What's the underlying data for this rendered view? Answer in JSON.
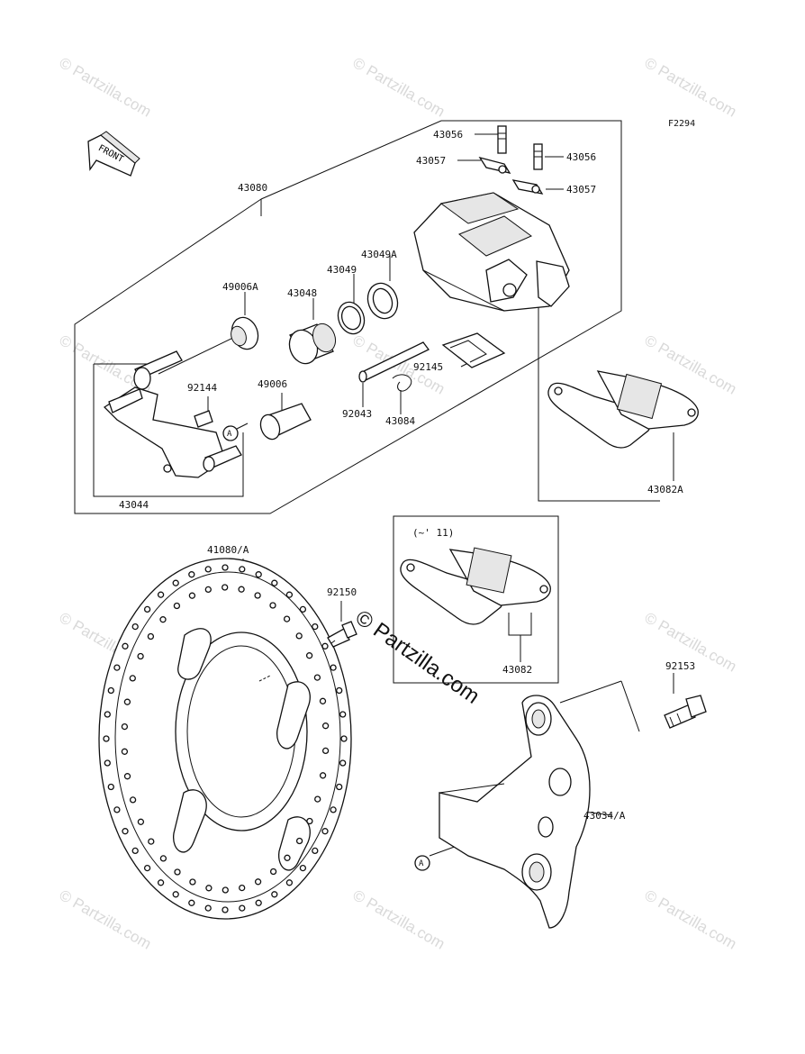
{
  "figure_code": "F2294",
  "front_label": "FRONT",
  "watermark": "© Partzilla.com",
  "watermark_center": "© Partzilla.com",
  "callout_a": "A",
  "inset_note": "(~' 11)",
  "parts": {
    "p43056a": "43056",
    "p43056b": "43056",
    "p43057a": "43057",
    "p43057b": "43057",
    "p43080": "43080",
    "p43049a": "43049A",
    "p43049": "43049",
    "p43048": "43048",
    "p49006a": "49006A",
    "p92144": "92144",
    "p49006": "49006",
    "p92145": "92145",
    "p92043": "92043",
    "p43084": "43084",
    "p43044": "43044",
    "p43082a": "43082A",
    "p41080": "41080/A",
    "p92150": "92150",
    "p43082": "43082",
    "p92153": "92153",
    "p43034": "43034/A"
  }
}
